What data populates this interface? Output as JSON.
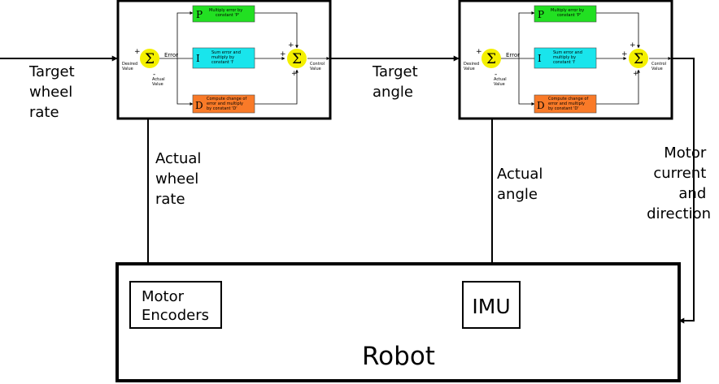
{
  "colors": {
    "p_block": "#22e022",
    "i_block": "#19e5ec",
    "d_block": "#f97a28",
    "summer": "#f4f000",
    "line": "#000000"
  },
  "labels": {
    "target_wheel_rate": [
      "Target",
      "wheel",
      "rate"
    ],
    "target_angle": [
      "Target",
      "angle"
    ],
    "actual_wheel_rate": [
      "Actual",
      "wheel",
      "rate"
    ],
    "actual_angle": [
      "Actual",
      "angle"
    ],
    "motor_output": [
      "Motor",
      "current",
      "and",
      "direction"
    ]
  },
  "pid": {
    "desired_value": [
      "Desired",
      "Value"
    ],
    "actual_value": [
      "Actual",
      "Value"
    ],
    "error": "Error",
    "control_value": [
      "Control",
      "Value"
    ],
    "sigma": "Σ",
    "plus": "+",
    "minus": "-",
    "p_letter": "P",
    "p_text": [
      "Multiply error by",
      "constant 'P'"
    ],
    "i_letter": "I",
    "i_text": [
      "Sum error and",
      "multiply by",
      "constant 'I'"
    ],
    "d_letter": "D",
    "d_text": [
      "Compute change of",
      "error and multiply",
      "by constant 'D'"
    ]
  },
  "robot": {
    "title": "Robot",
    "encoders": [
      "Motor",
      "Encoders"
    ],
    "imu": "IMU"
  }
}
